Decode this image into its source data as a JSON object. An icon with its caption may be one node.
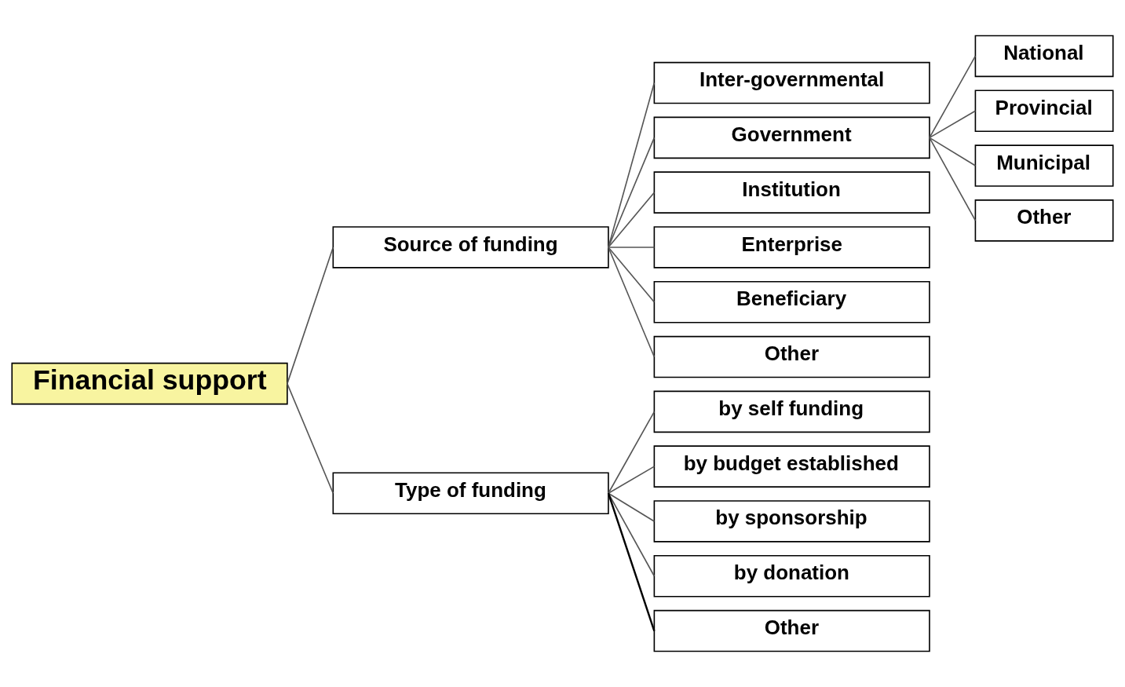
{
  "diagram": {
    "nodes": [
      {
        "text": [
          "Financial support"
        ]
      },
      {
        "text": [
          "Source of funding"
        ]
      },
      {
        "text": [
          "Type of funding"
        ]
      },
      {
        "text": [
          "Inter-governmental"
        ]
      },
      {
        "text": [
          "Government"
        ]
      },
      {
        "text": [
          "Institution"
        ]
      },
      {
        "text": [
          "Enterprise"
        ]
      },
      {
        "text": [
          "Beneficiary"
        ]
      },
      {
        "text": [
          "Other"
        ]
      },
      {
        "text": [
          "by self funding"
        ]
      },
      {
        "text": [
          "by budget established"
        ]
      },
      {
        "text": [
          "by sponsorship"
        ]
      },
      {
        "text": [
          "by donation"
        ]
      },
      {
        "text": [
          "Other"
        ]
      },
      {
        "text": [
          "National"
        ]
      },
      {
        "text": [
          "Provincial"
        ]
      },
      {
        "text": [
          "Municipal"
        ]
      },
      {
        "text": [
          "Other"
        ]
      }
    ],
    "edges": [
      {
        "from": 0,
        "to": 1,
        "arrow": "none"
      },
      {
        "from": 0,
        "to": 2,
        "arrow": "none"
      },
      {
        "from": 1,
        "to": 3,
        "arrow": "none"
      },
      {
        "from": 1,
        "to": 4,
        "arrow": "none"
      },
      {
        "from": 1,
        "to": 5,
        "arrow": "none"
      },
      {
        "from": 1,
        "to": 6,
        "arrow": "none"
      },
      {
        "from": 1,
        "to": 7,
        "arrow": "none"
      },
      {
        "from": 1,
        "to": 8,
        "arrow": "none"
      },
      {
        "from": 2,
        "to": 9,
        "arrow": "none"
      },
      {
        "from": 2,
        "to": 10,
        "arrow": "none"
      },
      {
        "from": 2,
        "to": 11,
        "arrow": "none"
      },
      {
        "from": 2,
        "to": 12,
        "arrow": "none"
      },
      {
        "from": 2,
        "to": 13,
        "arrow": "none",
        "color": "#000000"
      },
      {
        "from": 4,
        "to": 14,
        "arrow": "none"
      },
      {
        "from": 4,
        "to": 15,
        "arrow": "none"
      },
      {
        "from": 4,
        "to": 16,
        "arrow": "none"
      },
      {
        "from": 4,
        "to": 17,
        "arrow": "none"
      }
    ]
  }
}
